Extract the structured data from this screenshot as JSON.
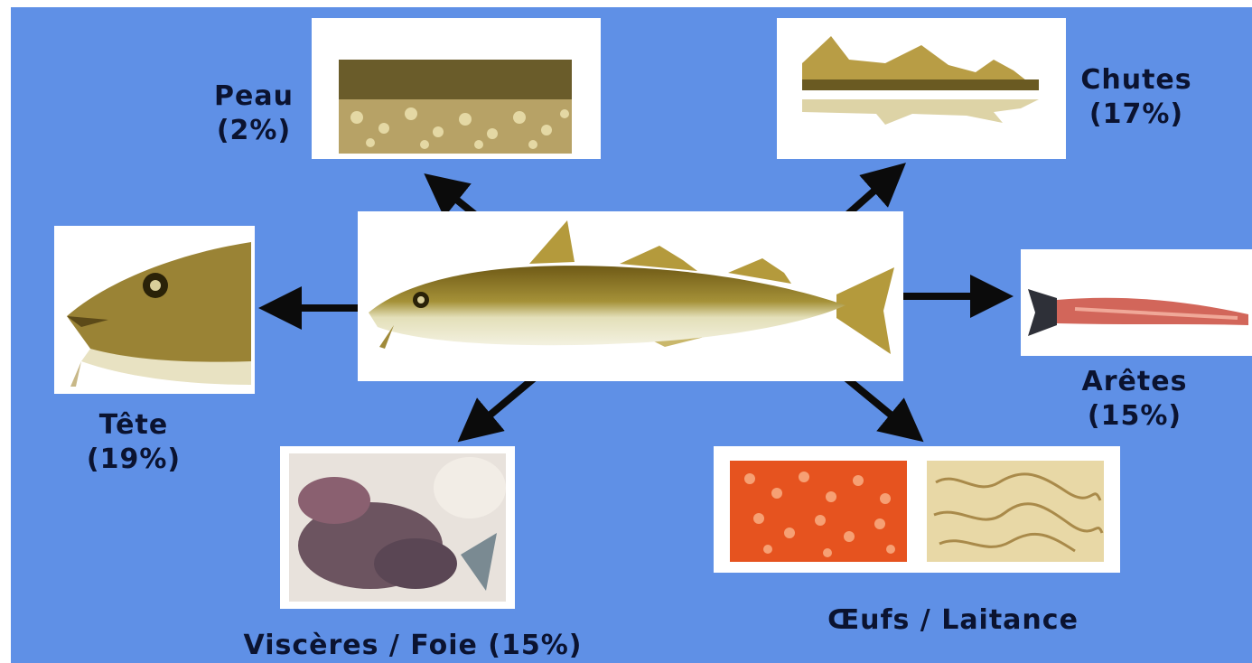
{
  "diagram": {
    "background_color": "#5f90e6",
    "arrow_color": "#0b0b0b",
    "center_image": "whole-cod-fish",
    "parts": [
      {
        "id": "peau",
        "name": "Peau",
        "percent": "(2%)",
        "image": "cod-skin-strip"
      },
      {
        "id": "chutes",
        "name": "Chutes",
        "percent": "(17%)",
        "image": "fillet-trimmings"
      },
      {
        "id": "tete",
        "name": "Tête",
        "percent": "(19%)",
        "image": "cod-head"
      },
      {
        "id": "aretes",
        "name": "Arêtes",
        "percent": "(15%)",
        "image": "cod-backbone-tail"
      },
      {
        "id": "visceres",
        "name": "Viscères / Foie (15%)",
        "percent": "",
        "image": "viscera-liver"
      },
      {
        "id": "oeufs",
        "name": "Œufs / Laitance",
        "percent": "",
        "image": "roe-and-milt"
      }
    ]
  }
}
